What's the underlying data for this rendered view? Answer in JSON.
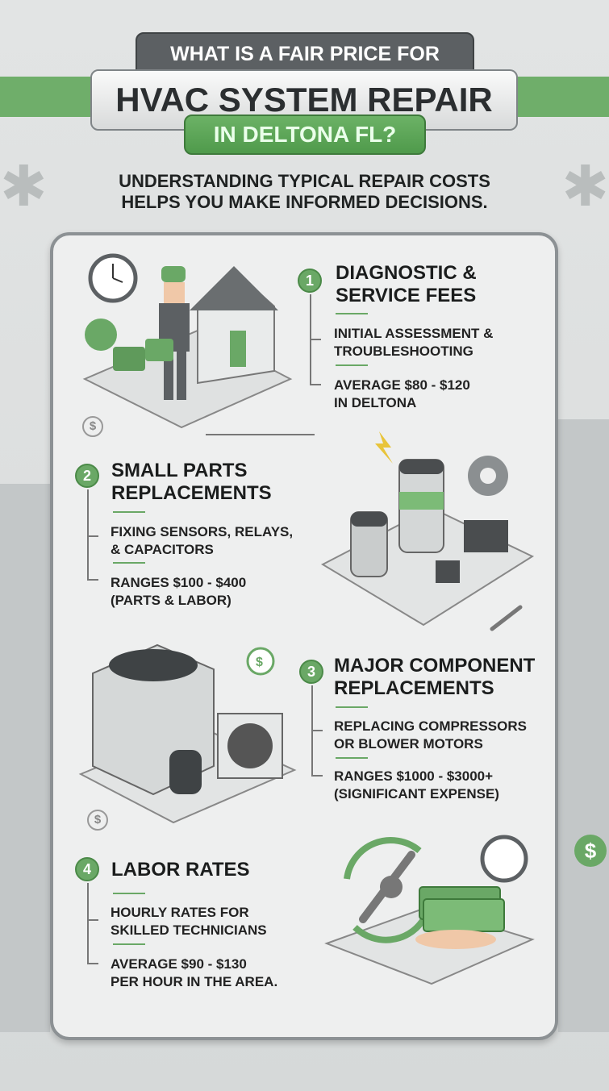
{
  "header": {
    "kicker": "WHAT IS A FAIR PRICE FOR",
    "title": "HVAC SYSTEM REPAIR",
    "location": "IN DELTONA FL?",
    "subtitle_line1": "UNDERSTANDING TYPICAL REPAIR COSTS",
    "subtitle_line2": "HELPS YOU MAKE INFORMED DECISIONS."
  },
  "sections": [
    {
      "number": "1",
      "title_line1": "DIAGNOSTIC &",
      "title_line2": "SERVICE FEES",
      "point1_line1": "INITIAL ASSESSMENT &",
      "point1_line2": "TROUBLESHOOTING",
      "point2_line1": "AVERAGE $80 - $120",
      "point2_line2": "IN DELTONA"
    },
    {
      "number": "2",
      "title_line1": "SMALL PARTS",
      "title_line2": "REPLACEMENTS",
      "point1_line1": "FIXING SENSORS, RELAYS,",
      "point1_line2": "& CAPACITORS",
      "point2_line1": "RANGES $100 - $400",
      "point2_line2": "(PARTS & LABOR)"
    },
    {
      "number": "3",
      "title_line1": "MAJOR COMPONENT",
      "title_line2": "REPLACEMENTS",
      "point1_line1": "REPLACING COMPRESSORS",
      "point1_line2": "OR BLOWER MOTORS",
      "point2_line1": "RANGES $1000 - $3000+",
      "point2_line2": "(SIGNIFICANT EXPENSE)"
    },
    {
      "number": "4",
      "title_line1": "LABOR RATES",
      "title_line2": "",
      "point1_line1": "HOURLY RATES FOR",
      "point1_line2": "SKILLED TECHNICIANS",
      "point2_line1": "AVERAGE $90 - $130",
      "point2_line2": "PER HOUR IN THE AREA."
    }
  ],
  "icons": {
    "dollar": "$"
  },
  "colors": {
    "accent": "#6aa866",
    "panel": "#eeefef",
    "banner": "#5c6063"
  }
}
